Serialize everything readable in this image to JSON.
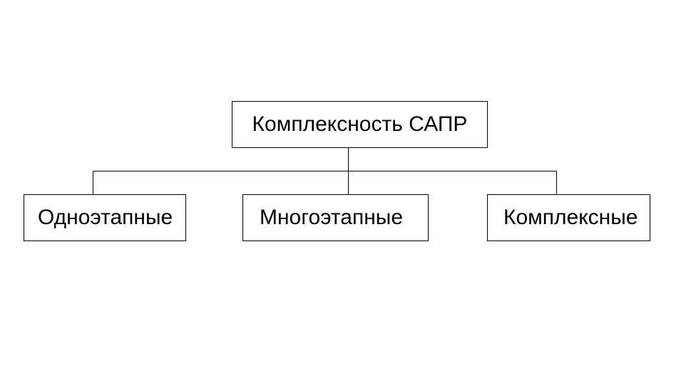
{
  "diagram": {
    "root": {
      "label": "Комплексность САПР"
    },
    "children": [
      {
        "label": "Одноэтапные"
      },
      {
        "label": "Многоэтапные"
      },
      {
        "label": "Комплексные"
      }
    ],
    "colors": {
      "line": "#000000",
      "box_border": "#000000",
      "box_fill": "#ffffff",
      "text": "#000000",
      "background": "#ffffff"
    }
  }
}
